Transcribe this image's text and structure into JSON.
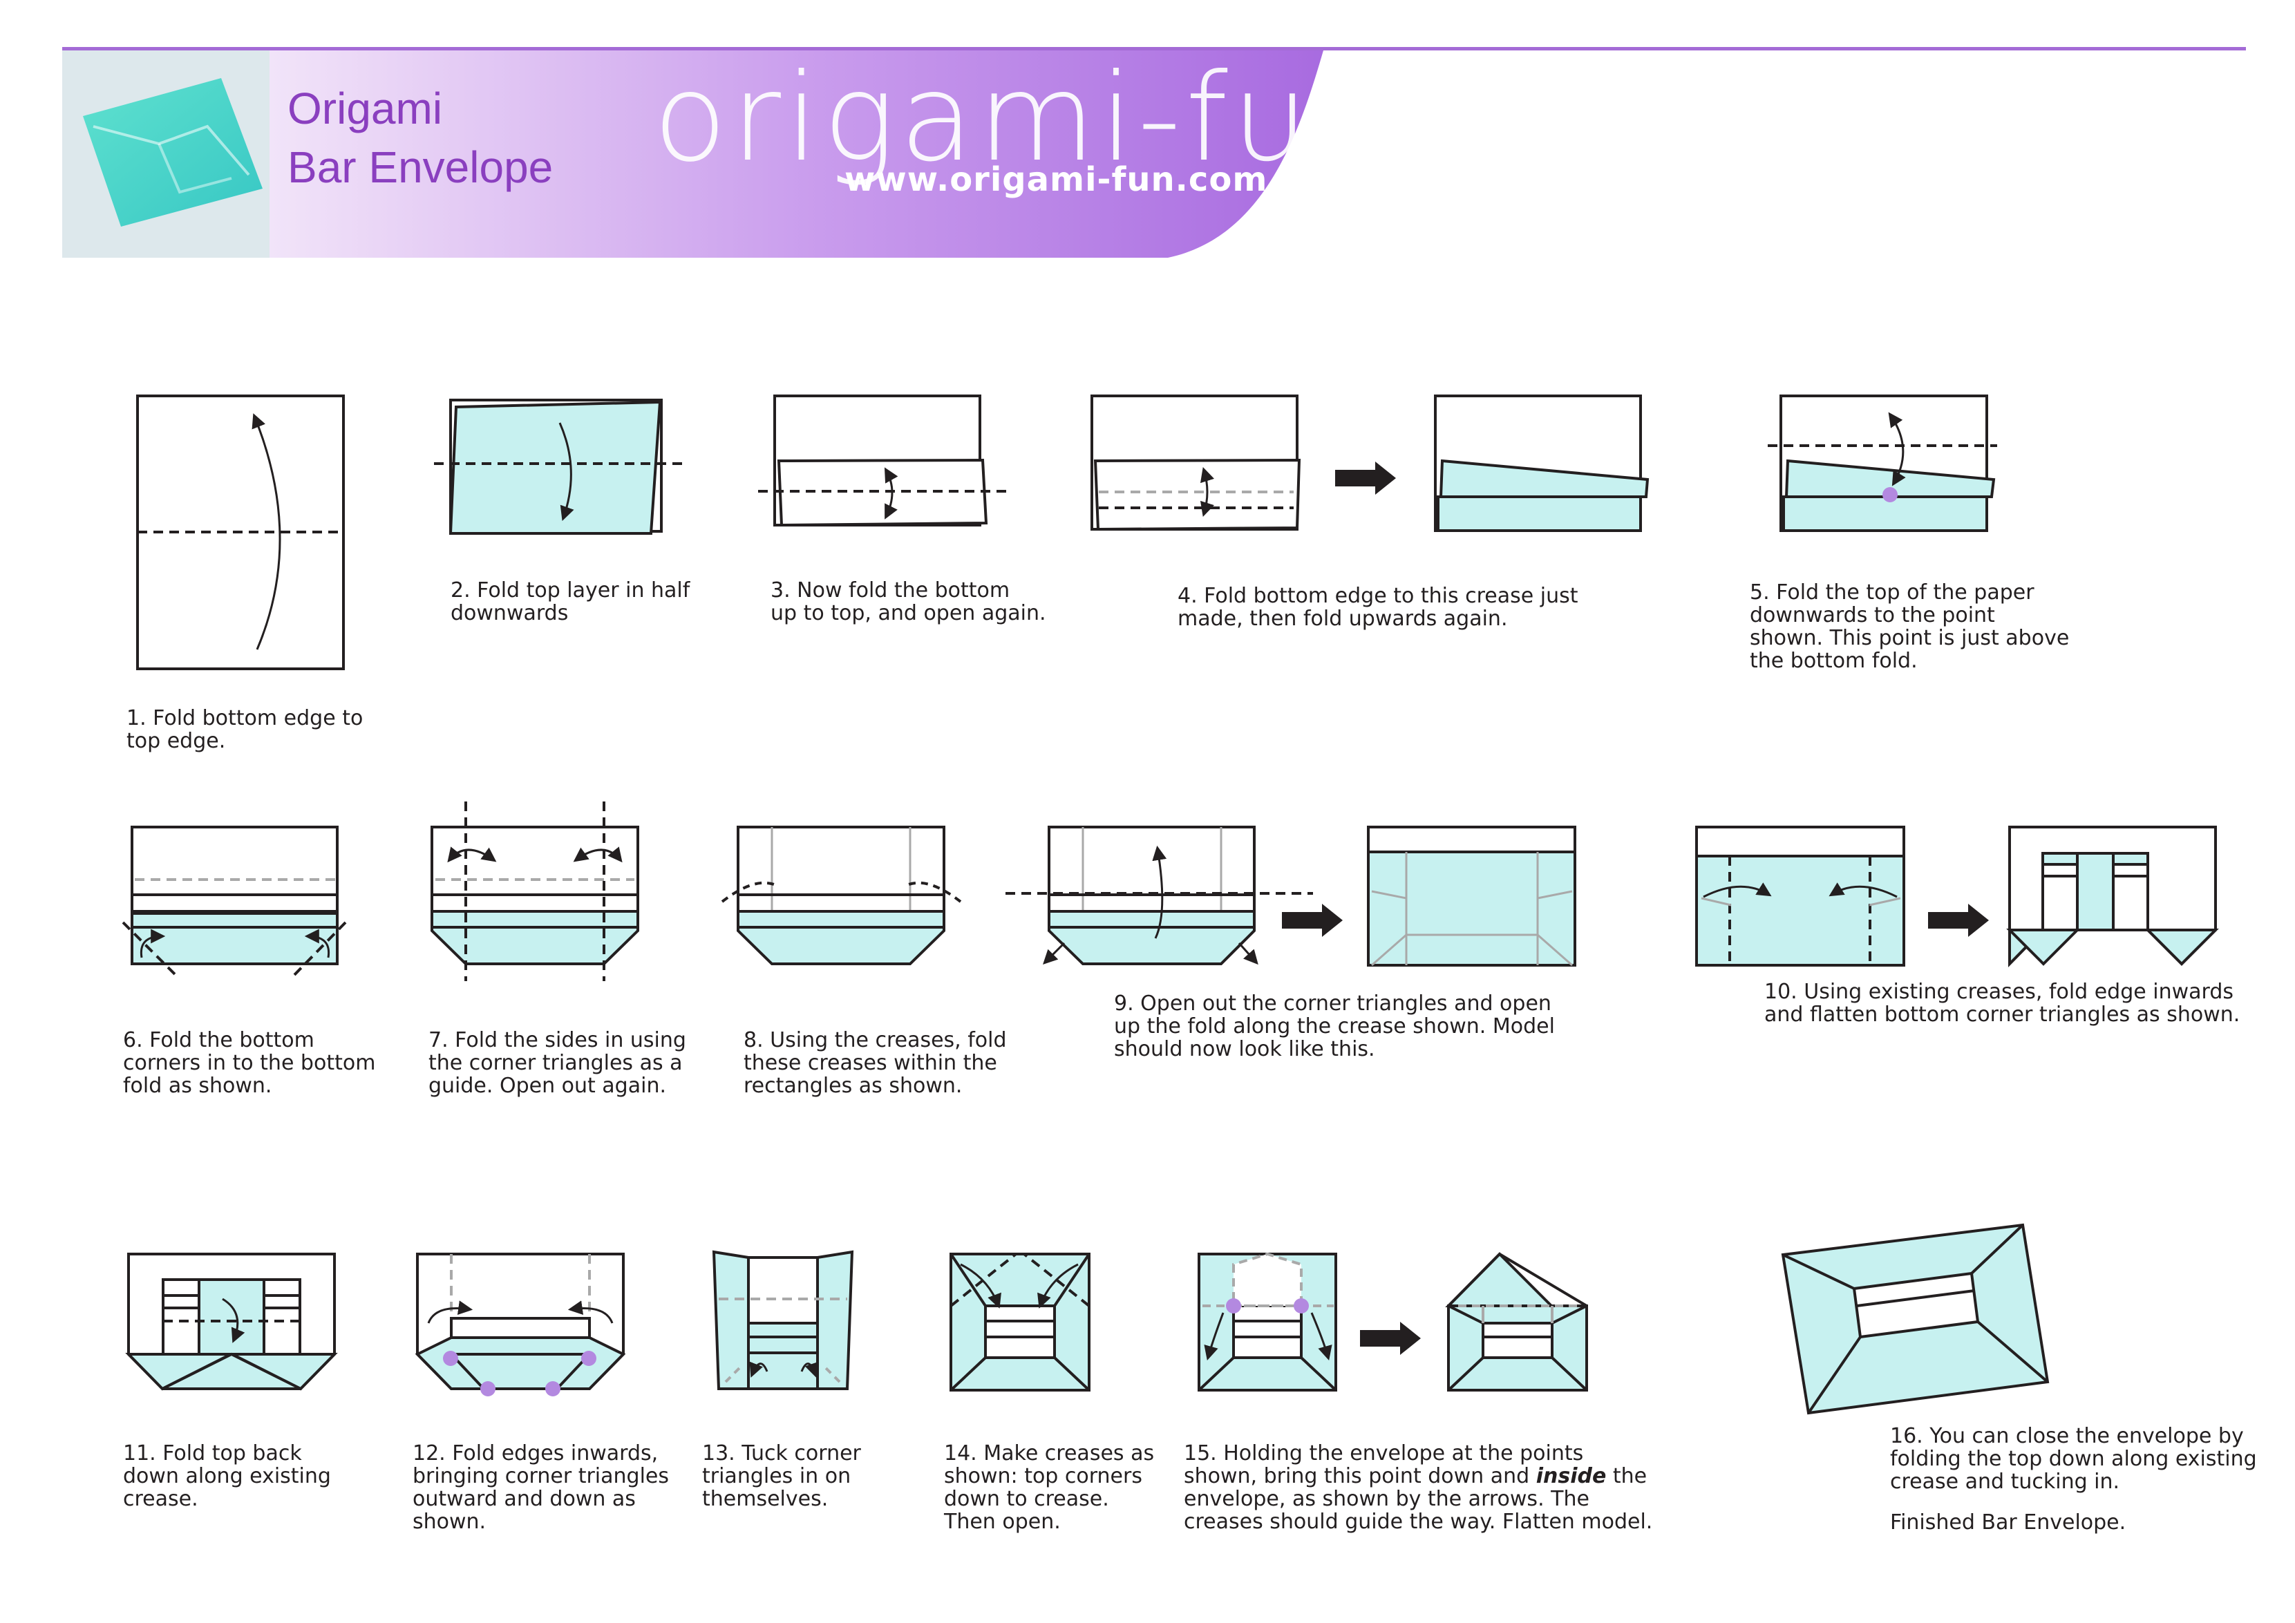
{
  "header": {
    "title_line1": "Origami",
    "title_line2": "Bar Envelope",
    "brand": "origami-fun",
    "url": "www.origami-fun.com"
  },
  "colors": {
    "paper": "#c7f1f0",
    "accent": "#a46bd6",
    "marker": "#b389e0"
  },
  "steps": [
    {
      "n": "1",
      "text": "1. Fold bottom edge to\ntop edge."
    },
    {
      "n": "2",
      "text": "2. Fold top layer in half\ndownwards"
    },
    {
      "n": "3",
      "text": "3. Now fold the bottom\nup to top, and open again."
    },
    {
      "n": "4",
      "text": "4. Fold bottom edge to this crease just\nmade, then fold upwards again."
    },
    {
      "n": "5",
      "text": "5. Fold the top of the paper\ndownwards to the point\nshown. This point is just above\nthe bottom fold."
    },
    {
      "n": "6",
      "text": "6. Fold the bottom\ncorners in to the bottom\nfold as shown."
    },
    {
      "n": "7",
      "text": "7. Fold the sides in using\nthe corner triangles as a\nguide. Open out again."
    },
    {
      "n": "8",
      "text": "8. Using the creases, fold\nthese creases within the\nrectangles as shown."
    },
    {
      "n": "9",
      "text": "9. Open out the corner triangles and open\nup the fold along the crease shown. Model\nshould now look like this."
    },
    {
      "n": "10",
      "text": "10. Using existing creases, fold edge inwards\nand flatten bottom corner triangles as shown."
    },
    {
      "n": "11",
      "text": "11. Fold top back\ndown along existing\ncrease."
    },
    {
      "n": "12",
      "text": "12. Fold edges inwards,\nbringing corner triangles\noutward and down as\nshown."
    },
    {
      "n": "13",
      "text": "13. Tuck corner\ntriangles in on\nthemselves."
    },
    {
      "n": "14",
      "text": "14. Make creases as\nshown: top corners\ndown to crease.\nThen open."
    },
    {
      "n": "15a",
      "text": "15. Holding the envelope at the points\nshown, bring this point down and "
    },
    {
      "n": "15b",
      "text": "inside"
    },
    {
      "n": "15c",
      "text": " the\nenvelope, as shown by the arrows. The\ncreases should guide the way. Flatten model."
    },
    {
      "n": "16a",
      "text": "16. You can close the envelope by\nfolding the top down along existing\ncrease and tucking in."
    },
    {
      "n": "16b",
      "text": "Finished Bar Envelope."
    }
  ]
}
